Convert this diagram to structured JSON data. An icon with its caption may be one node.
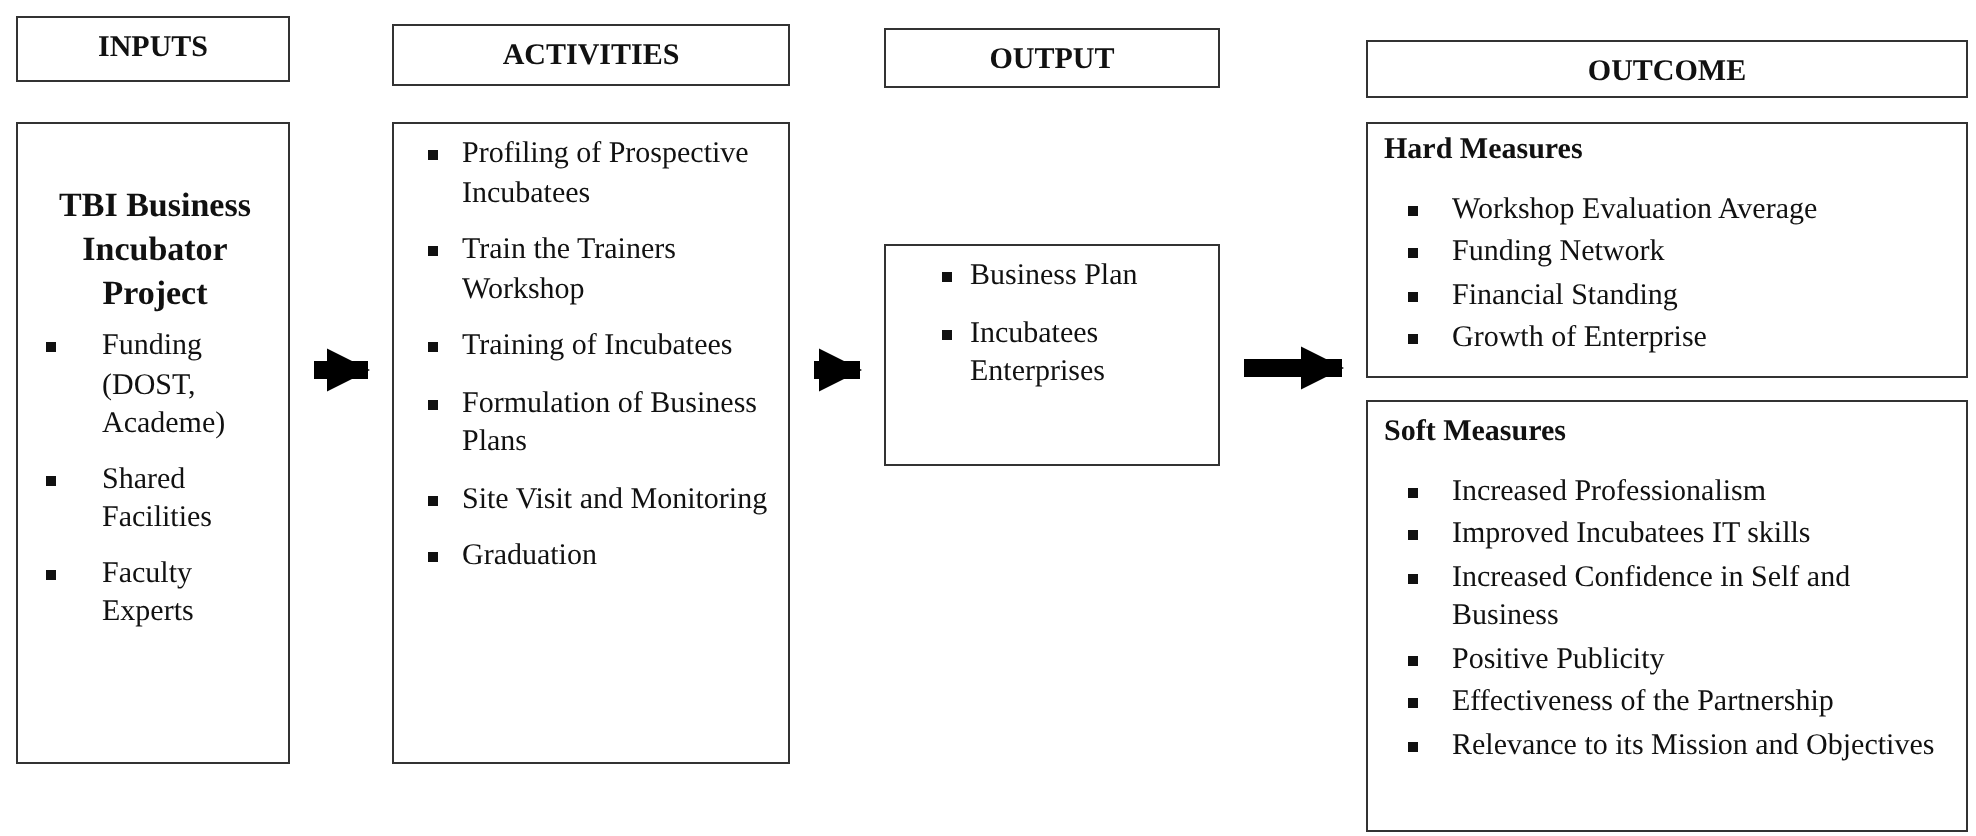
{
  "diagram": {
    "nodes": [
      {
        "text": [
          "INPUTS"
        ]
      },
      {
        "text": [
          "ACTIVITIES"
        ]
      },
      {
        "text": [
          "OUTPUT"
        ]
      },
      {
        "text": [
          "OUTCOME"
        ]
      },
      {
        "text": [
          "TBI Business Incubator Project",
          "Funding (DOST, Academe)",
          "Shared Facilities",
          "Faculty Experts"
        ]
      },
      {
        "text": [
          "Profiling of Prospective Incubatees",
          "Train the Trainers Workshop",
          "Training of Incubatees",
          "Formulation of Business Plans",
          "Site Visit and Monitoring",
          "Graduation"
        ]
      },
      {
        "text": [
          "Business Plan",
          "Incubatees Enterprises"
        ]
      },
      {
        "text": [
          "Hard Measures",
          "Workshop Evaluation Average",
          "Funding Network",
          "Financial Standing",
          "Growth of Enterprise"
        ]
      },
      {
        "text": [
          "Soft Measures",
          "Increased Professionalism",
          "Improved Incubatees IT skills",
          "Increased Confidence in Self and Business",
          "Positive Publicity",
          "Effectiveness of the Partnership",
          "Relevance to its Mission and Objectives"
        ]
      }
    ],
    "edges": [
      {
        "from": 4,
        "to": 5,
        "arrow": "to"
      },
      {
        "from": 5,
        "to": 6,
        "arrow": "to"
      },
      {
        "from": 6,
        "to": 7,
        "arrow": "to"
      }
    ]
  }
}
